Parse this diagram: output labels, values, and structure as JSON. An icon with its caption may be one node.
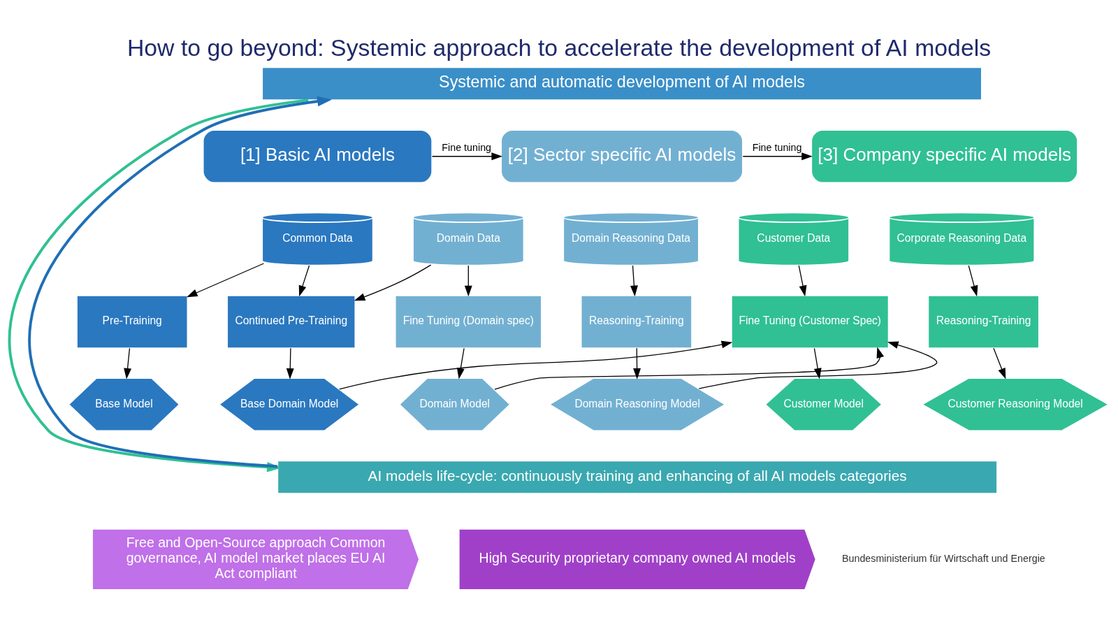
{
  "diagram": {
    "title": "How to go beyond: Systemic approach to accelerate the development of AI models",
    "nodes": [
      {
        "text": [
          "Systemic and automatic development of AI models"
        ]
      },
      {
        "text": [
          "[1] Basic AI models"
        ]
      },
      {
        "text": [
          "[2] Sector specific AI models"
        ]
      },
      {
        "text": [
          "[3] Company specific AI models"
        ]
      },
      {
        "text": [
          "Common Data"
        ]
      },
      {
        "text": [
          "Domain Data"
        ]
      },
      {
        "text": [
          "Domain Reasoning Data"
        ]
      },
      {
        "text": [
          "Customer Data"
        ]
      },
      {
        "text": [
          "Corporate Reasoning Data"
        ]
      },
      {
        "text": [
          "Pre-Training"
        ]
      },
      {
        "text": [
          "Continued Pre-Training"
        ]
      },
      {
        "text": [
          "Fine Tuning (Domain spec)"
        ]
      },
      {
        "text": [
          "Reasoning-Training"
        ]
      },
      {
        "text": [
          "Fine Tuning (Customer Spec)"
        ]
      },
      {
        "text": [
          "Reasoning-Training"
        ]
      },
      {
        "text": [
          "Base Model"
        ]
      },
      {
        "text": [
          "Base Domain Model"
        ]
      },
      {
        "text": [
          "Domain Model"
        ]
      },
      {
        "text": [
          "Domain Reasoning Model"
        ]
      },
      {
        "text": [
          "Customer Model"
        ]
      },
      {
        "text": [
          "Customer Reasoning Model"
        ]
      },
      {
        "text": [
          "AI models life-cycle: continuously training and enhancing of all AI models categories"
        ]
      },
      {
        "text": [
          "Free and Open-Source approach Common governance, AI model market places EU AI Act compliant"
        ]
      },
      {
        "text": [
          "High Security proprietary company owned AI models"
        ]
      }
    ],
    "edges": [
      {
        "from": 1,
        "to": 2,
        "arrow": "to",
        "label": "Fine tuning"
      },
      {
        "from": 2,
        "to": 3,
        "arrow": "to",
        "label": "Fine tuning"
      },
      {
        "from": 4,
        "to": 9,
        "arrow": "to"
      },
      {
        "from": 4,
        "to": 10,
        "arrow": "to"
      },
      {
        "from": 5,
        "to": 10,
        "arrow": "to"
      },
      {
        "from": 5,
        "to": 11,
        "arrow": "to"
      },
      {
        "from": 6,
        "to": 12,
        "arrow": "to"
      },
      {
        "from": 7,
        "to": 13,
        "arrow": "to"
      },
      {
        "from": 8,
        "to": 14,
        "arrow": "to"
      },
      {
        "from": 9,
        "to": 15,
        "arrow": "to"
      },
      {
        "from": 10,
        "to": 16,
        "arrow": "to"
      },
      {
        "from": 11,
        "to": 17,
        "arrow": "to"
      },
      {
        "from": 12,
        "to": 18,
        "arrow": "to"
      },
      {
        "from": 13,
        "to": 19,
        "arrow": "to"
      },
      {
        "from": 14,
        "to": 20,
        "arrow": "to"
      },
      {
        "from": 16,
        "to": 13,
        "arrow": "to"
      },
      {
        "from": 17,
        "to": 13,
        "arrow": "to"
      },
      {
        "from": 18,
        "to": 13,
        "arrow": "to"
      },
      {
        "from": 0,
        "to": 21,
        "arrow": "to",
        "style": "thick",
        "color": "#30c093"
      },
      {
        "from": 21,
        "to": 0,
        "arrow": "to",
        "style": "thick",
        "color": "#1f6fb5"
      }
    ],
    "labels": [
      "Bundesministerium für Wirtschaft und Energie"
    ]
  }
}
